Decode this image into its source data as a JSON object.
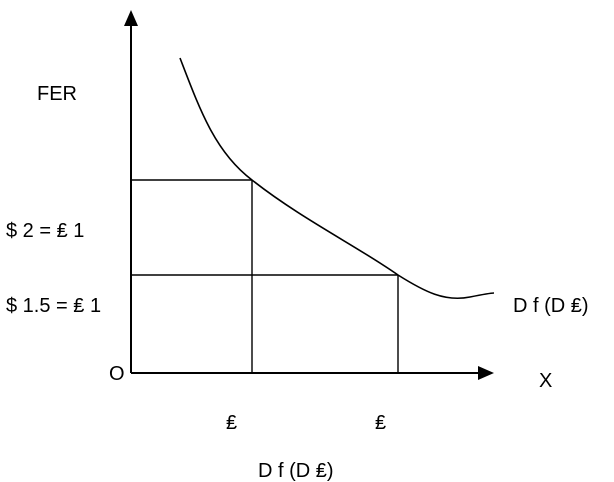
{
  "diagram": {
    "y_axis_label": "FER",
    "x_axis_label": "X",
    "origin_label": "O",
    "rate_high_label": "$ 2 = ₤ 1",
    "rate_low_label": "$ 1.5 = ₤ 1",
    "quantity_low_label": "₤",
    "quantity_high_label": "₤",
    "curve_label_right": "D f (D ₤)",
    "curve_label_bottom": "D f (D ₤)",
    "line_color": "#000000",
    "background_color": "#ffffff"
  }
}
